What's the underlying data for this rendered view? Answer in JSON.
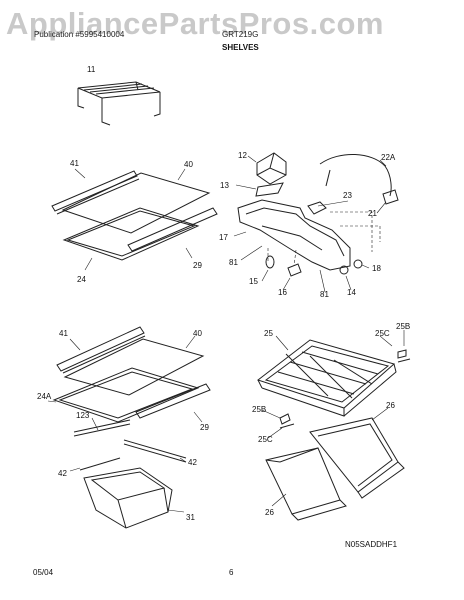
{
  "watermark": "AppliancePartsPros.com",
  "header": {
    "publication": "Publication #5995410004",
    "model": "GRT219G",
    "section_title": "SHELVES"
  },
  "callouts": {
    "c11": "11",
    "c41a": "41",
    "c40a": "40",
    "c29a": "29",
    "c24": "24",
    "c12": "12",
    "c13": "13",
    "c22a": "22A",
    "c23": "23",
    "c21": "21",
    "c17": "17",
    "c81a": "81",
    "c15": "15",
    "c16": "16",
    "c81b": "81",
    "c14": "14",
    "c18": "18",
    "c41b": "41",
    "c40b": "40",
    "c24a": "24A",
    "c123": "123",
    "c29b": "29",
    "c42a": "42",
    "c42b": "42",
    "c31": "31",
    "c25a": "25",
    "c25c_top": "25C",
    "c25b_top": "25B",
    "c26a": "26",
    "c25b_bot": "25B",
    "c25c_bot": "25C",
    "c26b": "26"
  },
  "drawing_code": "N05SADDHF1",
  "footer": {
    "date": "05/04",
    "page": "6"
  }
}
